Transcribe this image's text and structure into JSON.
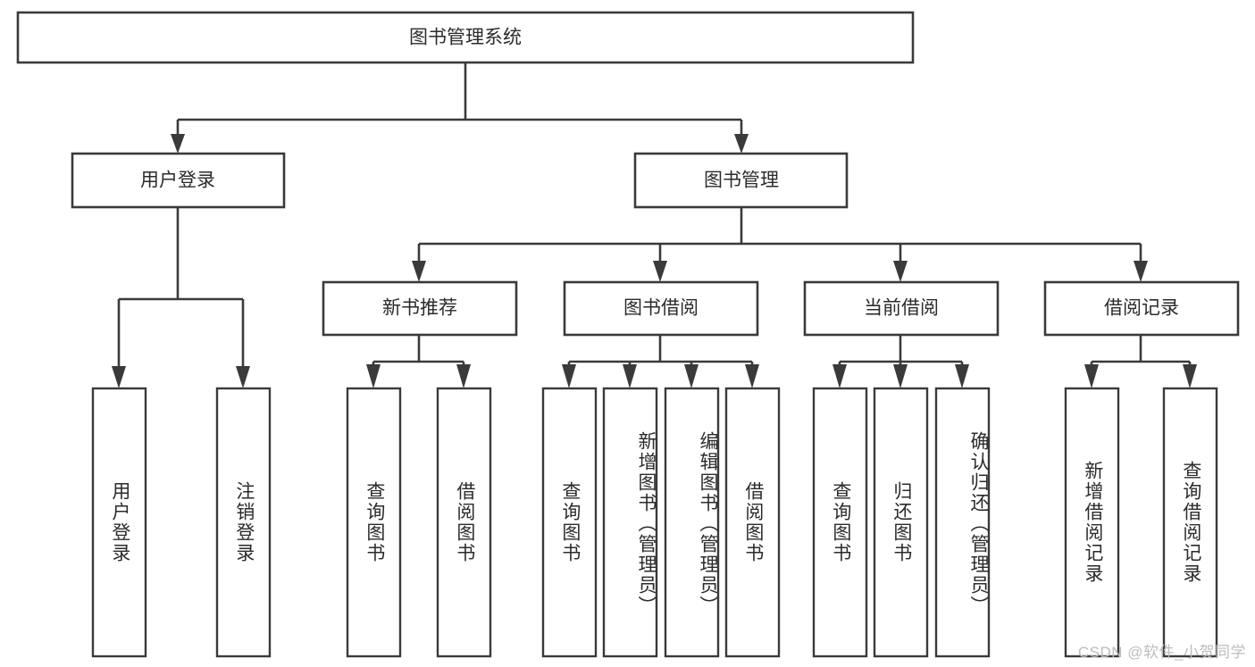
{
  "diagram": {
    "type": "tree-hierarchy",
    "title": "图书管理系统",
    "watermark": "CSDN @软件_小贺同学",
    "colors": {
      "stroke": "#3a3a3a",
      "fill": "#ffffff",
      "text": "#2b2b2b",
      "watermark": "#bdbdbd",
      "background": "#ffffff"
    },
    "root": {
      "id": "root",
      "label": "图书管理系统",
      "orientation": "horizontal"
    },
    "level1": [
      {
        "id": "user-login",
        "label": "用户登录",
        "orientation": "horizontal"
      },
      {
        "id": "book-management",
        "label": "图书管理",
        "orientation": "horizontal"
      }
    ],
    "level2": [
      {
        "id": "new-book-recommend",
        "label": "新书推荐",
        "parent": "book-management",
        "orientation": "horizontal"
      },
      {
        "id": "book-borrow",
        "label": "图书借阅",
        "parent": "book-management",
        "orientation": "horizontal"
      },
      {
        "id": "current-borrow",
        "label": "当前借阅",
        "parent": "book-management",
        "orientation": "horizontal"
      },
      {
        "id": "borrow-record",
        "label": "借阅记录",
        "parent": "book-management",
        "orientation": "horizontal"
      }
    ],
    "leaves": [
      {
        "id": "leaf-user-login",
        "label": "用户登录",
        "parent": "user-login",
        "orientation": "vertical"
      },
      {
        "id": "leaf-logout-login",
        "label": "注销登录",
        "parent": "user-login",
        "orientation": "vertical"
      },
      {
        "id": "leaf-query-book-1",
        "label": "查询图书",
        "parent": "new-book-recommend",
        "orientation": "vertical"
      },
      {
        "id": "leaf-borrow-book-1",
        "label": "借阅图书",
        "parent": "new-book-recommend",
        "orientation": "vertical"
      },
      {
        "id": "leaf-query-book-2",
        "label": "查询图书",
        "parent": "book-borrow",
        "orientation": "vertical"
      },
      {
        "id": "leaf-add-book",
        "label": "新增图书（管理员）",
        "parent": "book-borrow",
        "orientation": "vertical"
      },
      {
        "id": "leaf-edit-book",
        "label": "编辑图书（管理员）",
        "parent": "book-borrow",
        "orientation": "vertical"
      },
      {
        "id": "leaf-borrow-book-2",
        "label": "借阅图书",
        "parent": "book-borrow",
        "orientation": "vertical"
      },
      {
        "id": "leaf-query-book-3",
        "label": "查询图书",
        "parent": "current-borrow",
        "orientation": "vertical"
      },
      {
        "id": "leaf-return-book",
        "label": "归还图书",
        "parent": "current-borrow",
        "orientation": "vertical"
      },
      {
        "id": "leaf-confirm-return",
        "label": "确认归还（管理员）",
        "parent": "current-borrow",
        "orientation": "vertical"
      },
      {
        "id": "leaf-add-record",
        "label": "新增借阅记录",
        "parent": "borrow-record",
        "orientation": "vertical"
      },
      {
        "id": "leaf-query-record",
        "label": "查询借阅记录",
        "parent": "borrow-record",
        "orientation": "vertical"
      }
    ]
  }
}
